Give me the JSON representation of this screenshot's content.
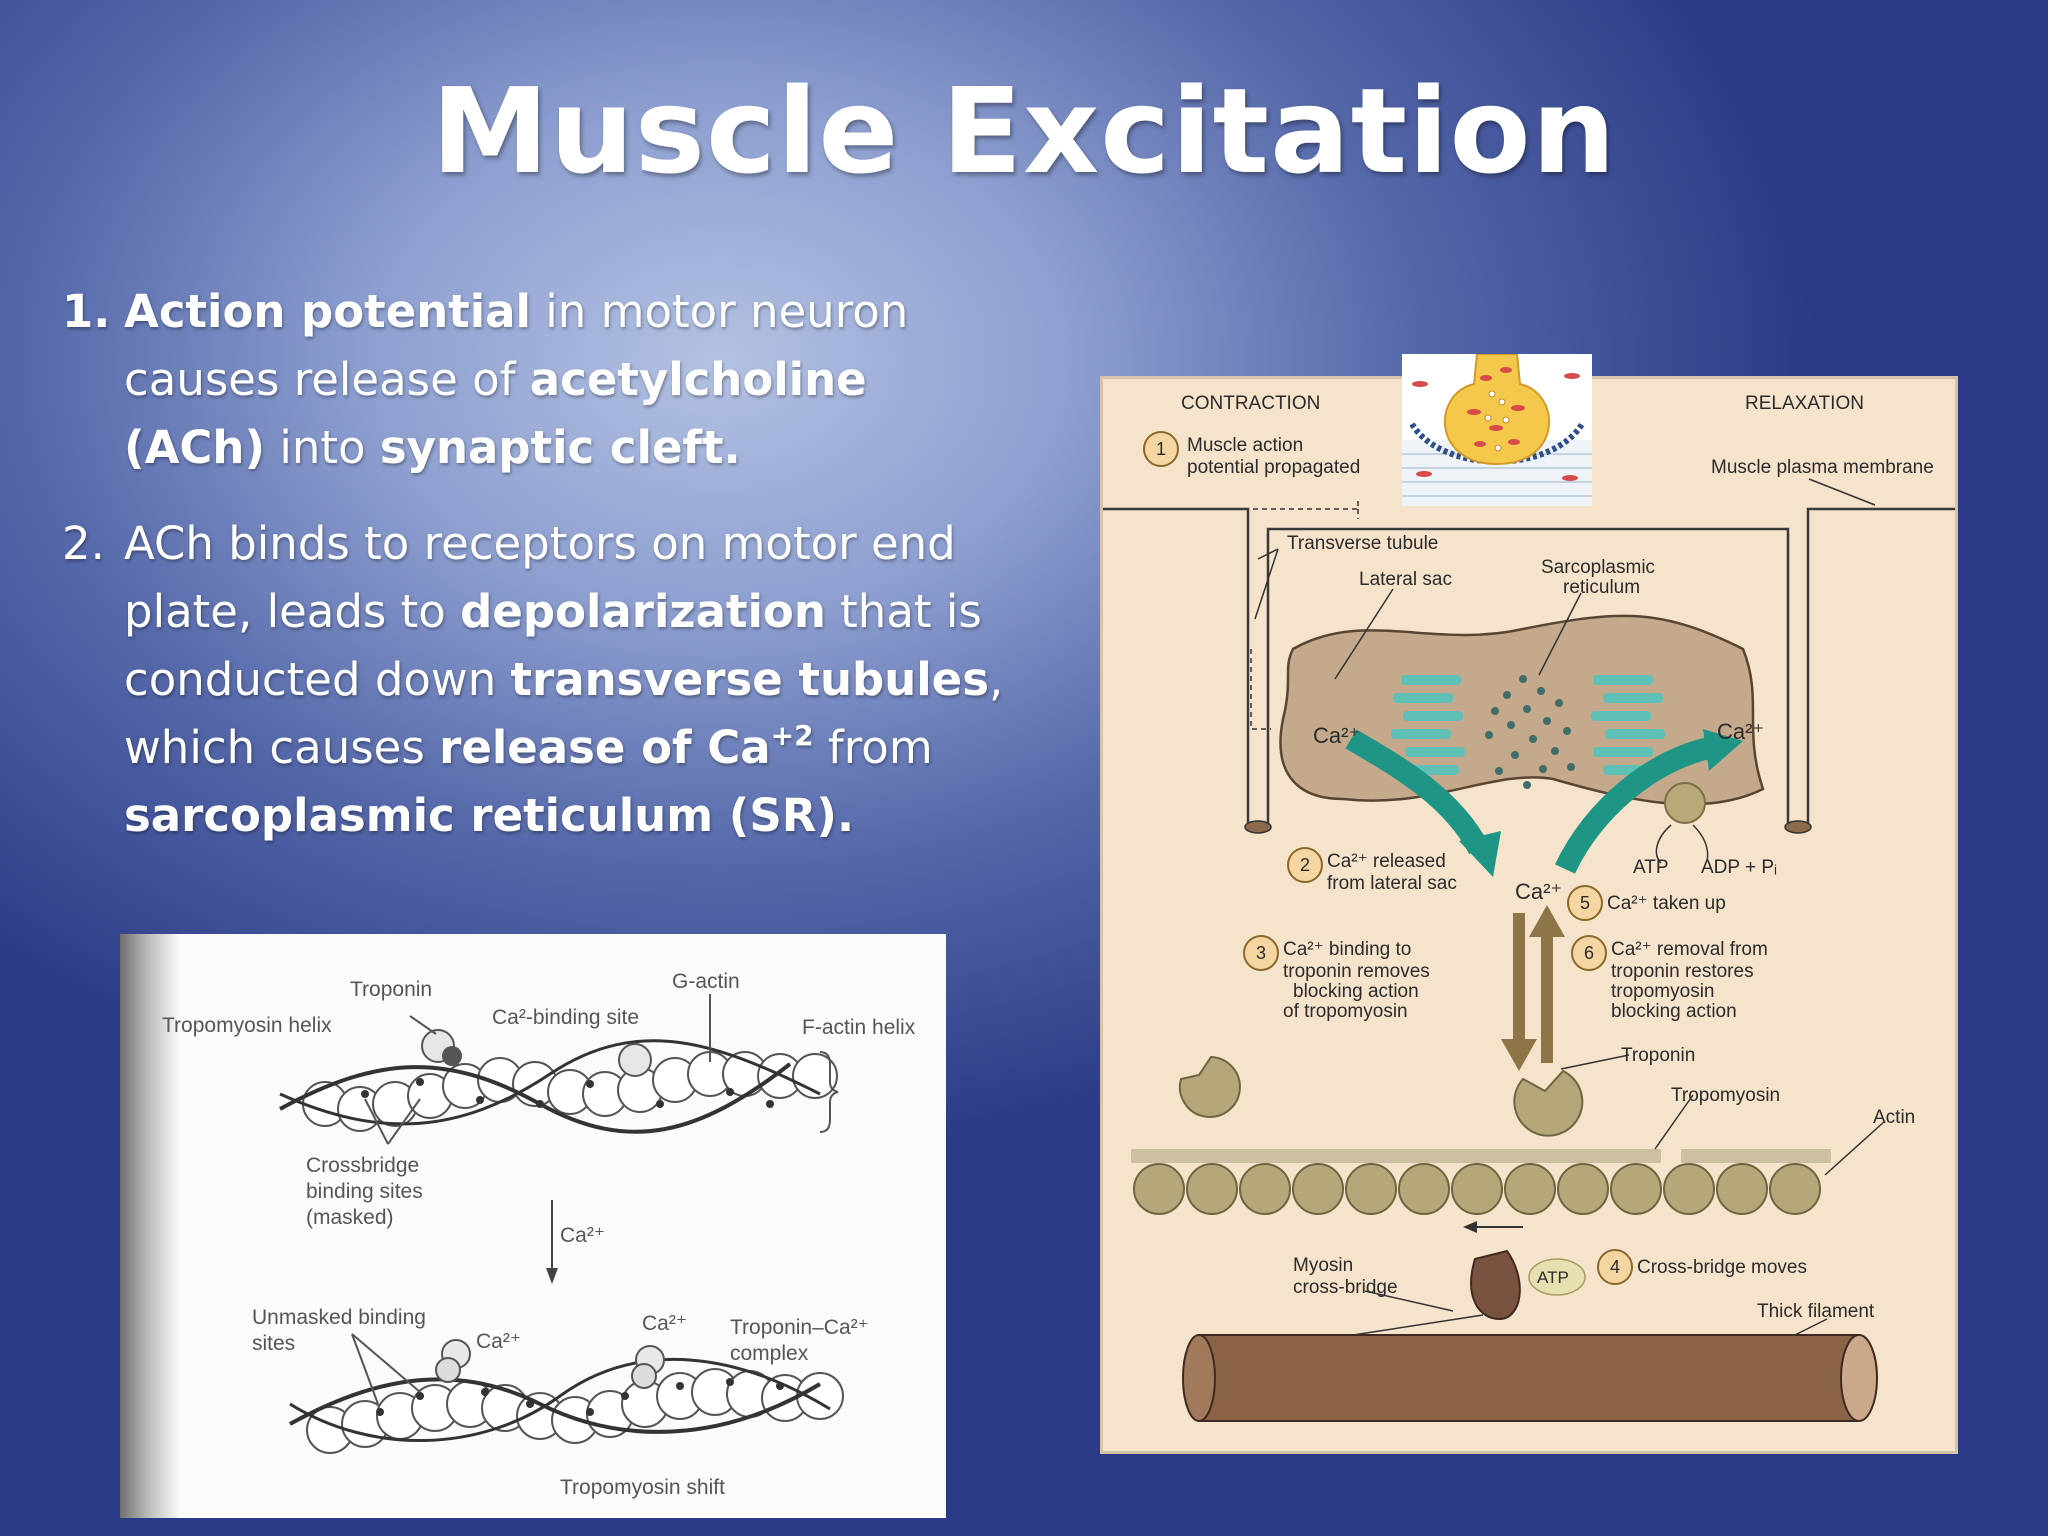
{
  "slide": {
    "title": "Muscle Excitation",
    "bullets": [
      {
        "number": "1.",
        "parts": [
          "Action potential",
          " in motor neuron causes release of ",
          "acetylcholine (ACh)",
          " into ",
          "synaptic cleft",
          "."
        ]
      },
      {
        "number": "2.",
        "parts": [
          "ACh binds to receptors on motor end plate, leads to ",
          "depolarization",
          " that is conducted down ",
          "transverse tubules",
          ", which causes ",
          "release of Ca",
          "+2",
          " from ",
          "sarcoplasmic reticulum (SR)."
        ]
      }
    ]
  },
  "left_figure": {
    "labels": {
      "troponin": "Troponin",
      "g_actin": "G-actin",
      "tropomyosin_helix": "Tropomyosin helix",
      "ca_binding_site": "Ca²-binding site",
      "f_actin_helix": "F-actin helix",
      "crossbridge_1": "Crossbridge",
      "crossbridge_2": "binding sites",
      "crossbridge_3": "(masked)",
      "ca_arrow": "Ca²⁺",
      "unmasked_1": "Unmasked binding",
      "unmasked_2": "sites",
      "ca_a": "Ca²⁺",
      "ca_b": "Ca²⁺",
      "troponin_complex_1": "Troponin–Ca²⁺",
      "troponin_complex_2": "complex",
      "tropomyosin_shift": "Tropomyosin shift"
    }
  },
  "right_figure": {
    "labels": {
      "contraction": "CONTRACTION",
      "relaxation": "RELAXATION",
      "step1_num": "1",
      "step1_a": "Muscle action",
      "step1_b": "potential propagated",
      "plasma_membrane": "Muscle plasma membrane",
      "transverse_tubule": "Transverse tubule",
      "lateral_sac": "Lateral sac",
      "sr_a": "Sarcoplasmic",
      "sr_b": "reticulum",
      "ca_left": "Ca²⁺",
      "ca_right": "Ca²⁺",
      "ca_center": "Ca²⁺",
      "step2_num": "2",
      "step2_a": "Ca²⁺ released",
      "step2_b": "from lateral sac",
      "atp": "ATP",
      "adp": "ADP + Pᵢ",
      "step5_num": "5",
      "step5": "Ca²⁺ taken up",
      "step3_num": "3",
      "step3_a": "Ca²⁺ binding to",
      "step3_b": "troponin removes",
      "step3_c": "blocking action",
      "step3_d": "of tropomyosin",
      "step6_num": "6",
      "step6_a": "Ca²⁺ removal from",
      "step6_b": "troponin restores",
      "step6_c": "tropomyosin",
      "step6_d": "blocking action",
      "troponin": "Troponin",
      "tropomyosin": "Tropomyosin",
      "actin": "Actin",
      "myosin_a": "Myosin",
      "myosin_b": "cross-bridge",
      "atp_bubble": "ATP",
      "step4_num": "4",
      "step4": "Cross-bridge moves",
      "thick_filament": "Thick filament"
    }
  },
  "colors": {
    "teal": "#2a9d8f",
    "sr_fill": "#c4a98c",
    "panel_bg": "#f5e3cb",
    "bead": "#b5a77a",
    "thick": "#8a6444"
  }
}
